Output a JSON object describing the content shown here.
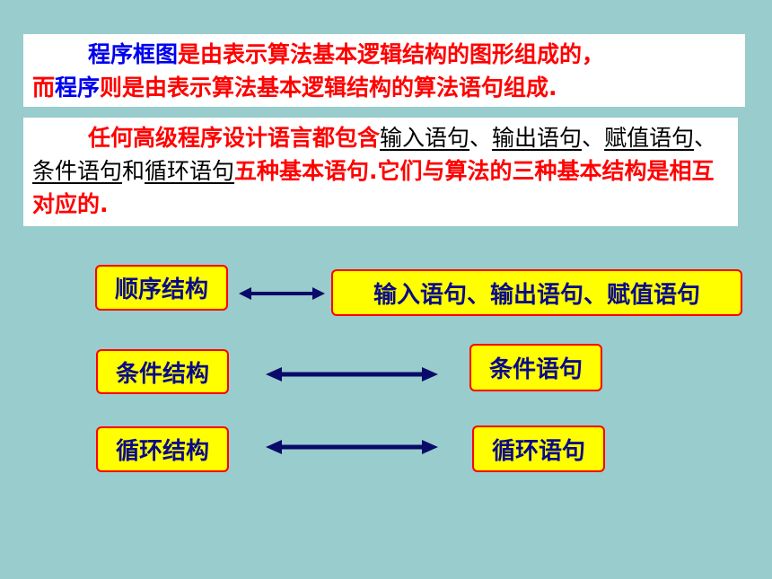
{
  "panel1": {
    "line1_blue": "程序框图",
    "line1_red": "是由表示算法基本逻辑结构的图形组成的，",
    "line2_red1": "而",
    "line2_blue": "程序",
    "line2_red2": "则是由表示算法基本逻辑结构的算法语句组成."
  },
  "panel2": {
    "intro": "任何高级程序设计语言都包含",
    "stmt_input": "输入语句",
    "sep1": "、",
    "stmt_output": "输出语句",
    "sep2": "、",
    "stmt_assign": "赋值语句",
    "sep3": "、",
    "stmt_cond": "条件语句",
    "and": "和",
    "stmt_loop": "循环语句",
    "outro": "五种基本语句.它们与算法的三种基本结构是相互对应的."
  },
  "mappings": [
    {
      "structure": "顺序结构",
      "statements": "输入语句、输出语句、赋值语句"
    },
    {
      "structure": "条件结构",
      "statements": "条件语句"
    },
    {
      "structure": "循环结构",
      "statements": "循环语句"
    }
  ]
}
